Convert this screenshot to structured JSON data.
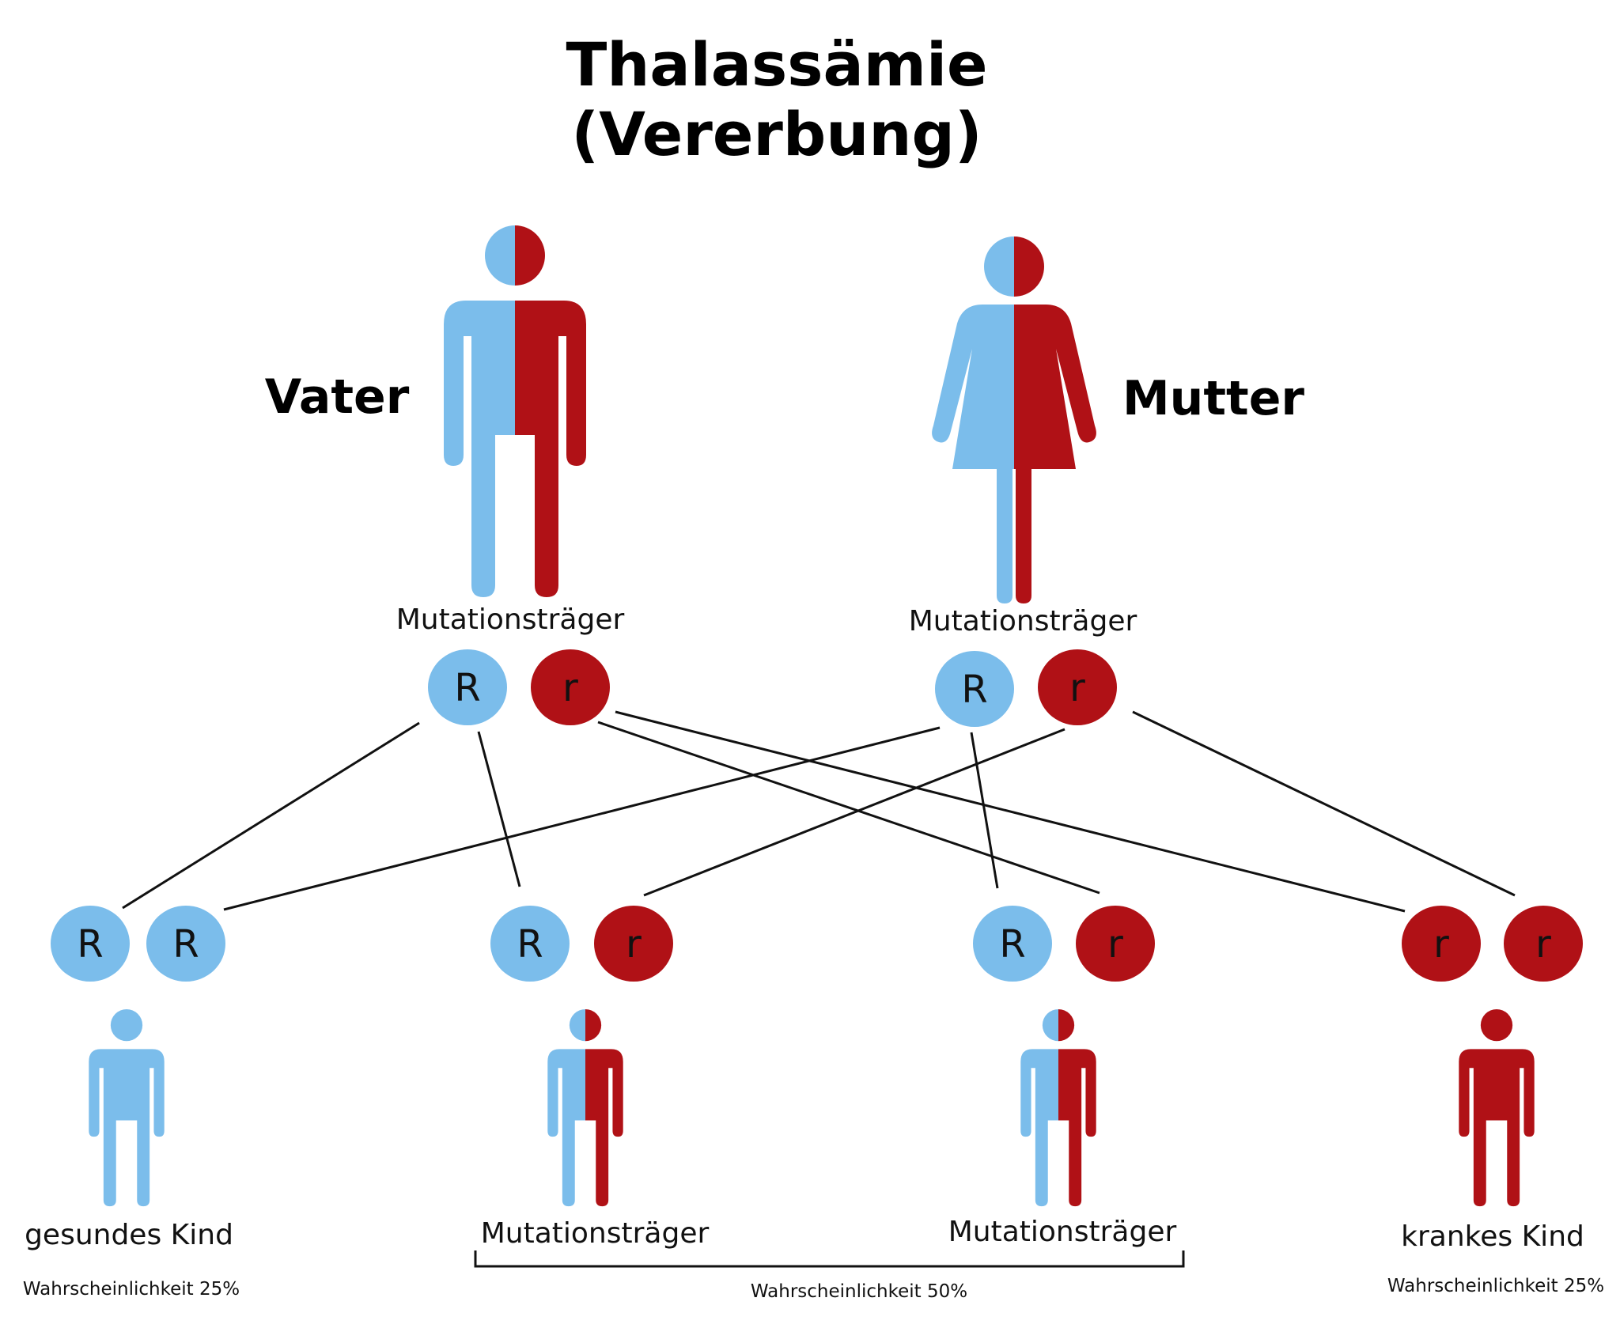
{
  "title": {
    "line1": "Thalassämie",
    "line2": "(Vererbung)"
  },
  "colors": {
    "healthy": "#7bbdeb",
    "mutated": "#b01116",
    "line": "#111111",
    "text": "#000000"
  },
  "father": {
    "label": "Vater",
    "status": "Mutationsträger",
    "alleles": [
      "R",
      "r"
    ]
  },
  "mother": {
    "label": "Mutter",
    "status": "Mutationsträger",
    "alleles": [
      "R",
      "r"
    ]
  },
  "children": [
    {
      "alleles": [
        "R",
        "R"
      ],
      "label": "gesundes Kind",
      "probability": "Wahrscheinlichkeit 25%"
    },
    {
      "alleles": [
        "R",
        "r"
      ],
      "label": "Mutationsträger"
    },
    {
      "alleles": [
        "R",
        "r"
      ],
      "label": "Mutationsträger"
    },
    {
      "alleles": [
        "r",
        "r"
      ],
      "label": "krankes Kind",
      "probability": "Wahrscheinlichkeit 25%"
    }
  ],
  "carriers_probability": "Wahrscheinlichkeit 50%"
}
